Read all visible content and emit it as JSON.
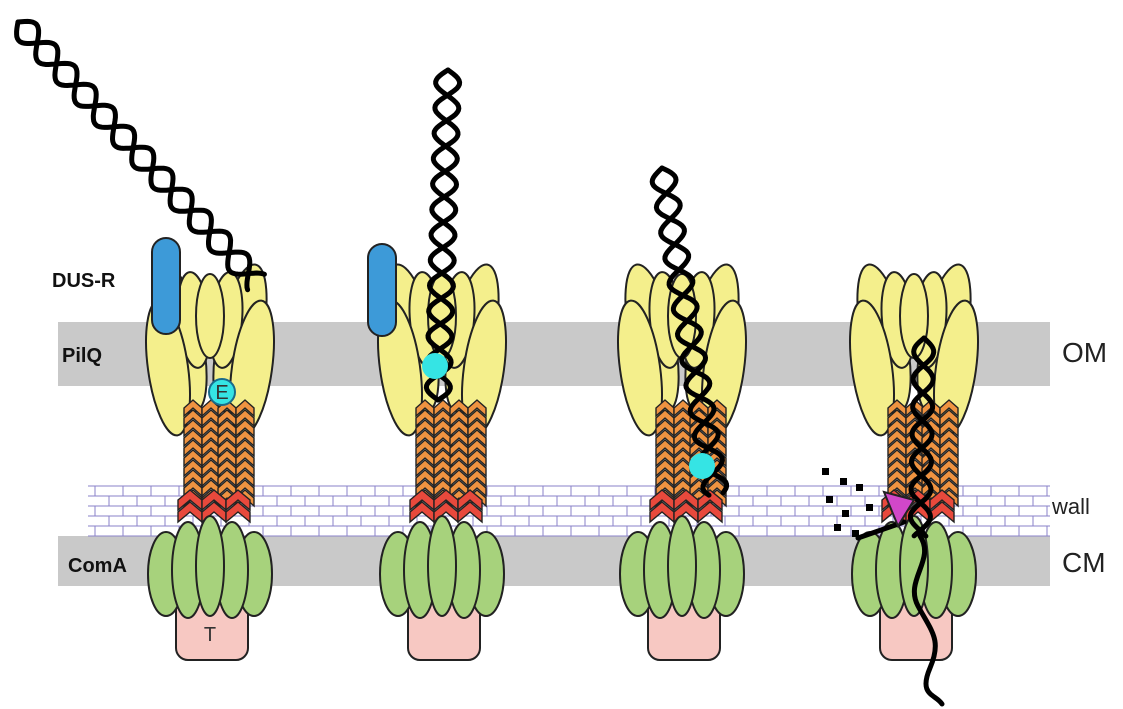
{
  "labels": {
    "dus_r": "DUS-R",
    "pilq": "PilQ",
    "coma": "ComA",
    "om": "OM",
    "wall": "wall",
    "cm": "CM",
    "e": "E",
    "t": "T"
  },
  "colors": {
    "membrane": "#c9c9c9",
    "wall_line": "#8a82c8",
    "secretin": "#f4ef8c",
    "pilus": "#ef9341",
    "pilus_base": "#e8493c",
    "coma": "#a7d27c",
    "t_box": "#f7c8c2",
    "dus_receptor": "#3d9ad8",
    "ligand": "#35e4e4",
    "nuclease": "#d147c9",
    "dna": "#000000"
  },
  "panels": [
    "stage-1",
    "stage-2",
    "stage-3",
    "stage-4"
  ]
}
